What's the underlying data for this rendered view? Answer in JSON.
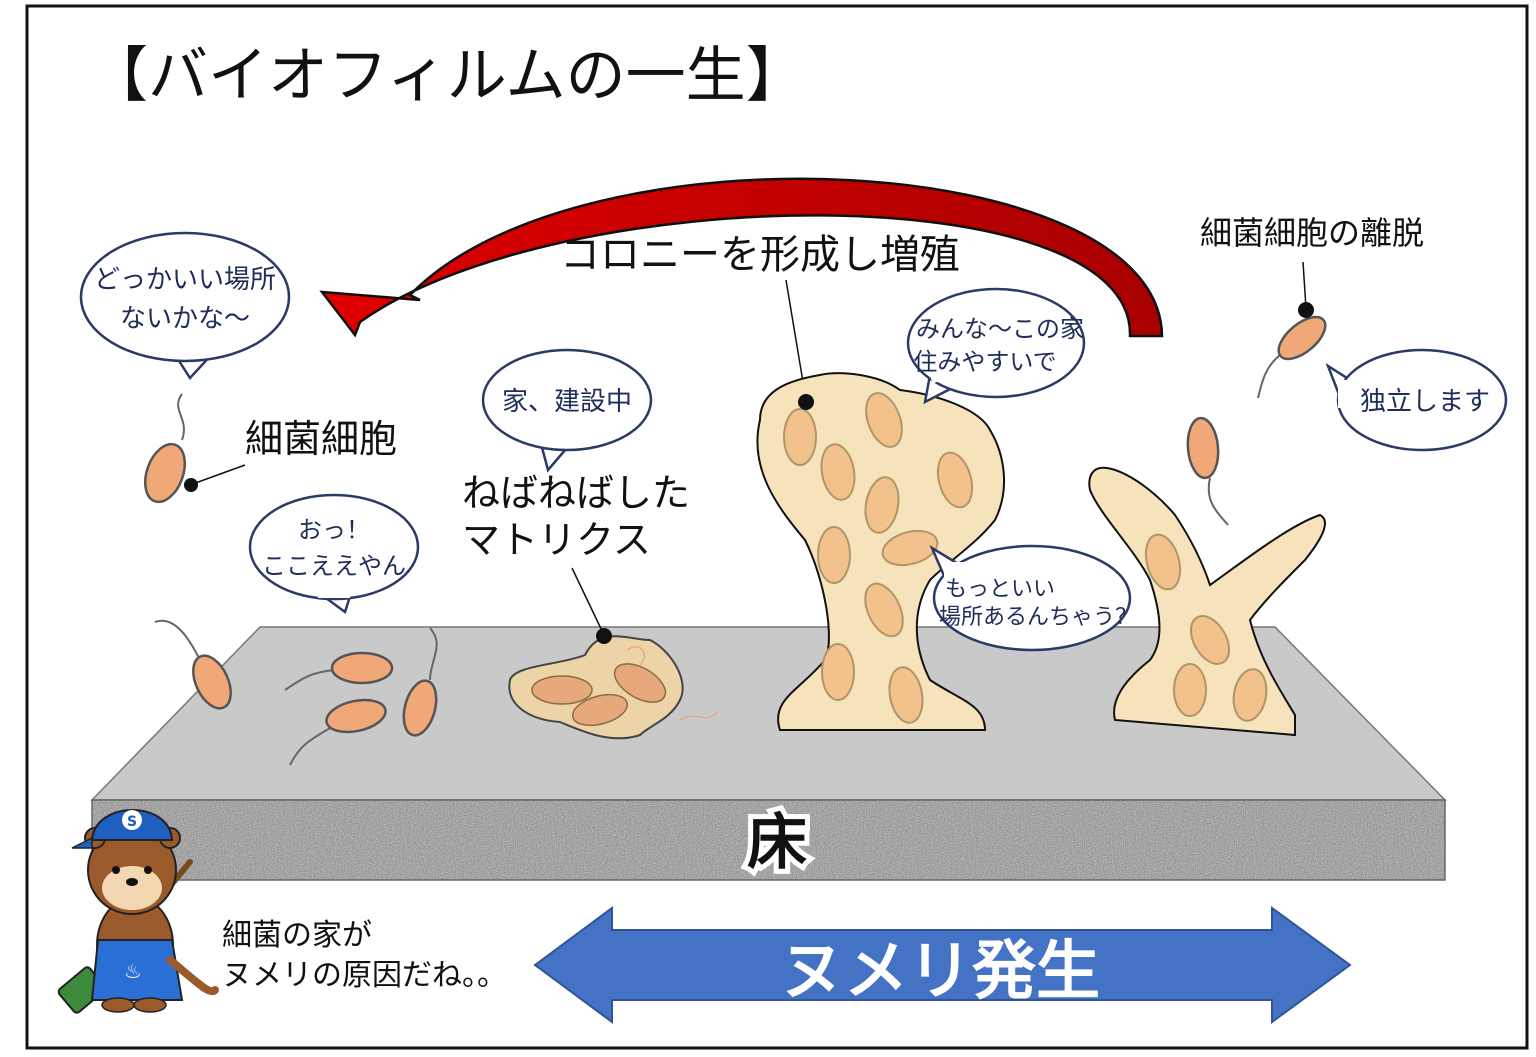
{
  "title": "【バイオフィルムの一生】",
  "labels": {
    "bacteria_cell": "細菌細胞",
    "matrix_line1": "ねばねばした",
    "matrix_line2": "マトリクス",
    "colony": "コロニーを形成し増殖",
    "detachment": "細菌細胞の離脱",
    "floor": "床",
    "slime": "ヌメリ発生",
    "mascot_line1": "細菌の家が",
    "mascot_line2": "ヌメリの原因だね。。"
  },
  "bubbles": {
    "b1_line1": "どっかいい場所",
    "b1_line2": "ないかな〜",
    "b2_line1": "おっ！",
    "b2_line2": "ここええやん",
    "b3": "家、建設中",
    "b4_line1": "みんな〜この家",
    "b4_line2": "住みやすいで",
    "b5_line1": "もっといい",
    "b5_line2": "場所あるんちゃう？",
    "b6": "独立します"
  },
  "colors": {
    "cycle_arrow": "#cc0000",
    "bacteria": "#f0a878",
    "biofilm": "#f7e3bb",
    "floor_top": "#c8c8c8",
    "bubble_text": "#1e2d5a",
    "slime_arrow": "#4472c4",
    "mascot_cap": "#1f5fbf"
  },
  "icons": {
    "mascot": "otter-cleaner-icon",
    "bath_symbol": "hot-spring-icon"
  }
}
